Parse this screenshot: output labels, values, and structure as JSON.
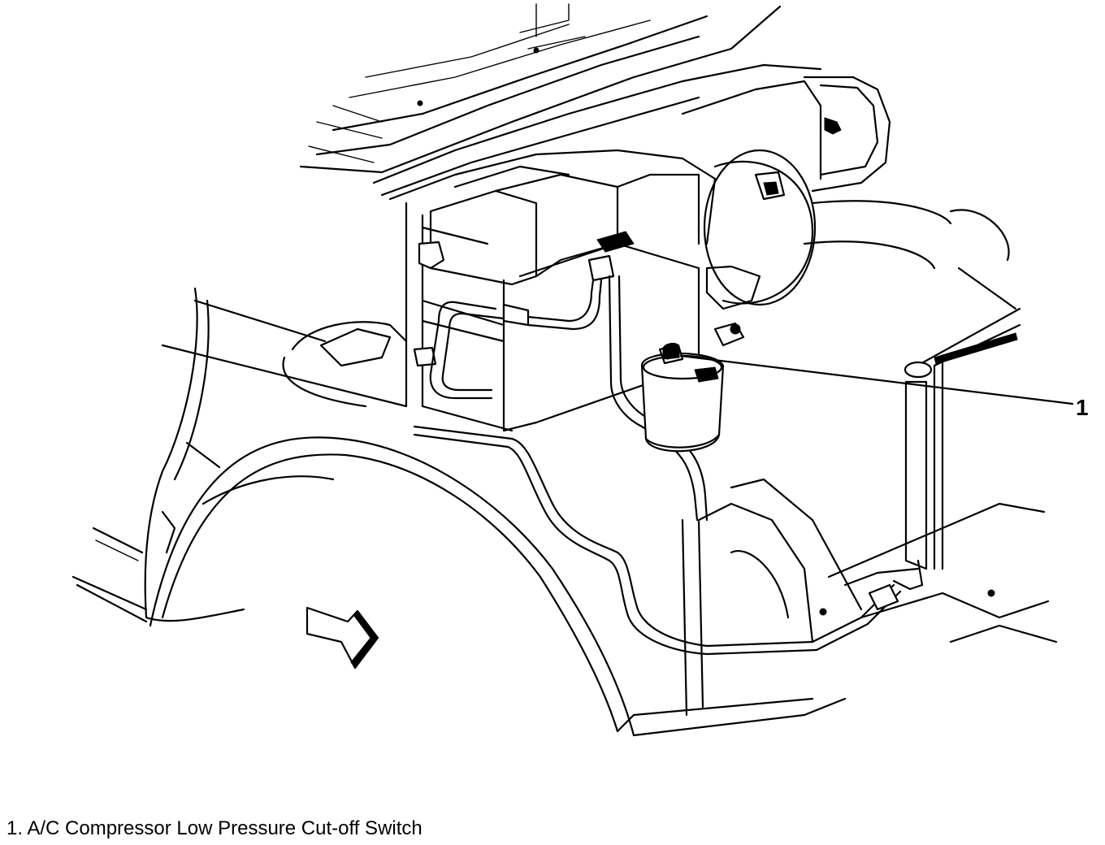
{
  "callouts": [
    {
      "number": "1",
      "label": "A/C Compressor Low Pressure Cut-off Switch"
    }
  ],
  "legend": {
    "item_1": "1. A/C Compressor Low Pressure Cut-off Switch"
  },
  "icons": [
    "direction-arrow-icon"
  ]
}
